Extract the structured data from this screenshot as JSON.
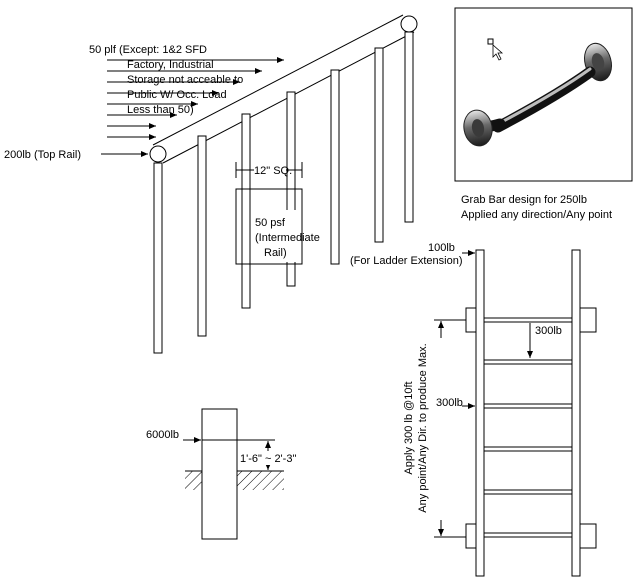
{
  "guardrail": {
    "note_lines": [
      "50 plf (Except: 1&2 SFD",
      "Factory, Industrial",
      "Storage not acceable to",
      "Public W/ Occ. Load",
      "Less than 50)"
    ],
    "top_rail_label": "200lb (Top Rail)",
    "square_label": "12\" SQ.",
    "intermediate_lines": [
      "50 psf",
      "(Intermediate",
      "Rail)"
    ]
  },
  "grab_bar": {
    "caption_lines": [
      "Grab Bar design for 250lb",
      "Applied any direction/Any point"
    ]
  },
  "ladder": {
    "extension_lines": [
      "100lb",
      "(For Ladder Extension)"
    ],
    "rung_load": "300lb",
    "side_load": "300lb",
    "vertical_lines": [
      "Apply 300 lb @10ft",
      "Any point/Any Dir. to produce Max."
    ]
  },
  "post": {
    "load_label": "6000lb",
    "height_label": "1'-6\" ~ 2'-3\""
  }
}
